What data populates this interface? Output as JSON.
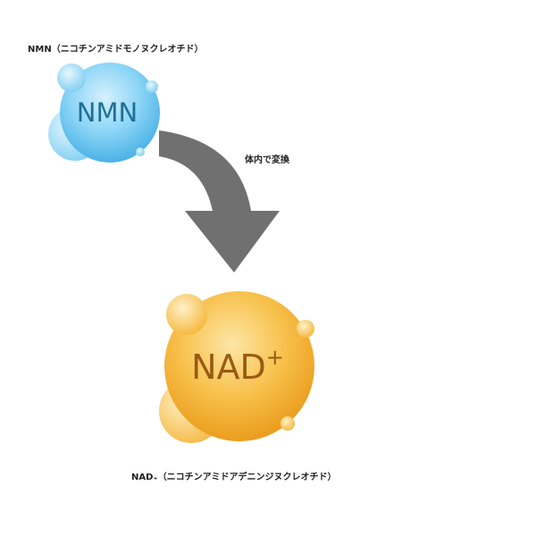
{
  "nmn": {
    "label": "NMN",
    "caption": "NMN（ニコチンアミドモノヌクレオチド）",
    "color": "#5ec3ef"
  },
  "nad": {
    "label": "NAD",
    "superscript": "+",
    "caption": "NAD₊（ニコチンアミドアデニンジヌクレオチド）",
    "color": "#f5b531"
  },
  "arrow": {
    "label": "体内で変換",
    "color": "#707070"
  }
}
